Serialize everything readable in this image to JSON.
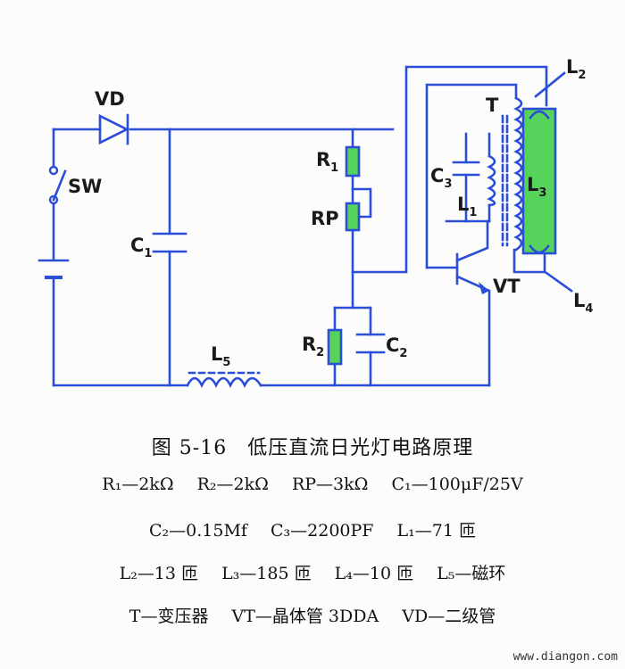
{
  "labels": {
    "vd": "VD",
    "sw": "SW",
    "c1": "C",
    "c1_sub": "1",
    "l5": "L",
    "l5_sub": "5",
    "r1": "R",
    "r1_sub": "1",
    "rp": "RP",
    "r2": "R",
    "r2_sub": "2",
    "c2": "C",
    "c2_sub": "2",
    "c3": "C",
    "c3_sub": "3",
    "l1": "L",
    "l1_sub": "1",
    "t": "T",
    "l2": "L",
    "l2_sub": "2",
    "l3": "L",
    "l3_sub": "3",
    "l4": "L",
    "l4_sub": "4",
    "vt": "VT"
  },
  "caption": "图 5-16　低压直流日光灯电路原理",
  "legend": [
    [
      "R₁—2kΩ",
      "R₂—2kΩ",
      "RP—3kΩ",
      "C₁—100μF/25V"
    ],
    [
      "C₂—0.15Mf",
      "C₃—2200PF",
      "L₁—71 匝"
    ],
    [
      "L₂—13 匝",
      "L₃—185 匝",
      "L₄—10 匝",
      "L₅—磁环"
    ],
    [
      "T—变压器",
      "VT—晶体管 3DDA",
      "VD—二级管"
    ]
  ],
  "watermark": "www.diangon.com",
  "colors": {
    "wire": "#2a4ed8",
    "component": "#56d35a"
  }
}
